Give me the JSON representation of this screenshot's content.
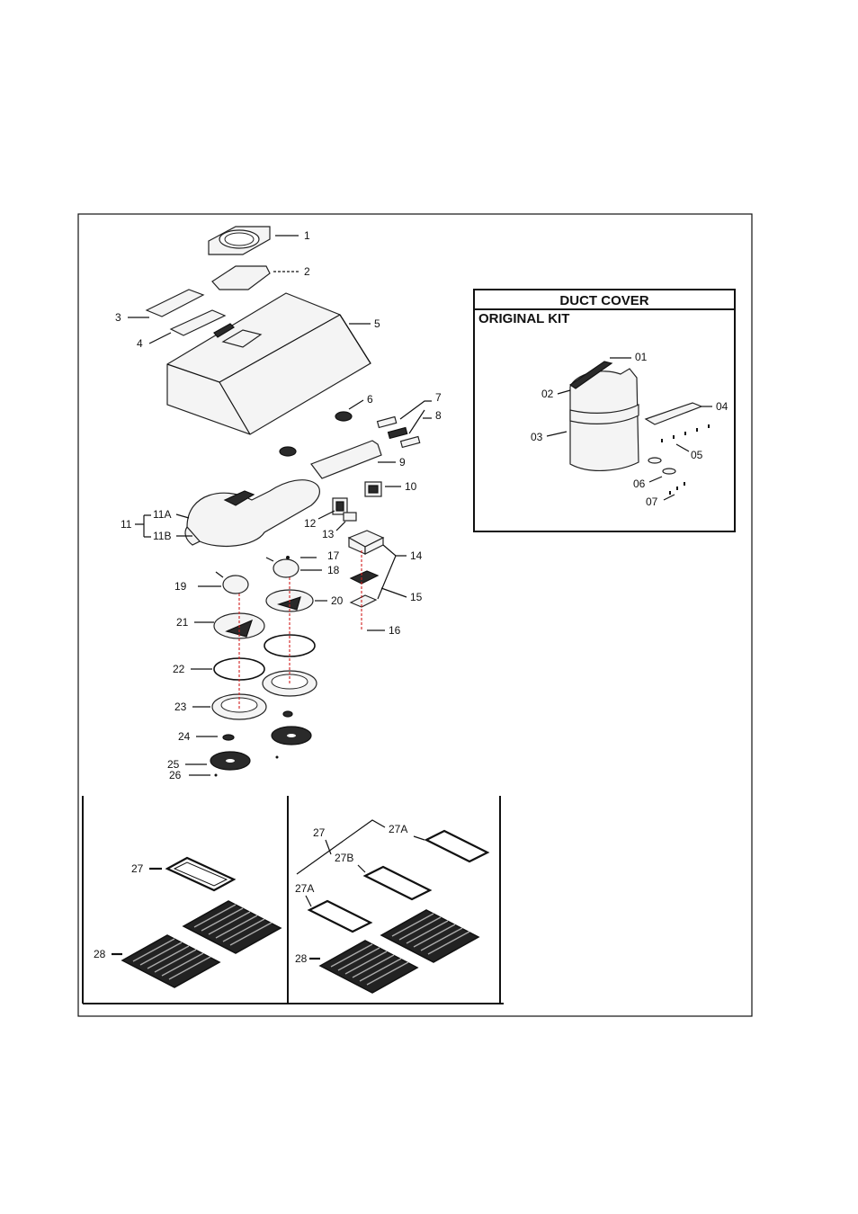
{
  "duct_cover": {
    "title": "DUCT COVER",
    "subtitle": "ORIGINAL KIT"
  },
  "main_labels": {
    "p1": "1",
    "p2": "2",
    "p3": "3",
    "p4": "4",
    "p5": "5",
    "p6": "6",
    "p7": "7",
    "p8": "8",
    "p9": "9",
    "p10": "10",
    "p11": "11",
    "p11a": "11A",
    "p11b": "11B",
    "p12": "12",
    "p13": "13",
    "p14": "14",
    "p15": "15",
    "p16": "16",
    "p17": "17",
    "p18": "18",
    "p19": "19",
    "p20": "20",
    "p21": "21",
    "p22": "22",
    "p23": "23",
    "p24": "24",
    "p25": "25",
    "p26": "26"
  },
  "duct_labels": {
    "d01": "01",
    "d02": "02",
    "d03": "03",
    "d04": "04",
    "d05": "05",
    "d06": "06",
    "d07": "07"
  },
  "filter_left": {
    "p27": "27",
    "p28": "28"
  },
  "filter_right": {
    "p27": "27",
    "p27a_top": "27A",
    "p27b": "27B",
    "p27a_bottom": "27A",
    "p28": "28"
  }
}
